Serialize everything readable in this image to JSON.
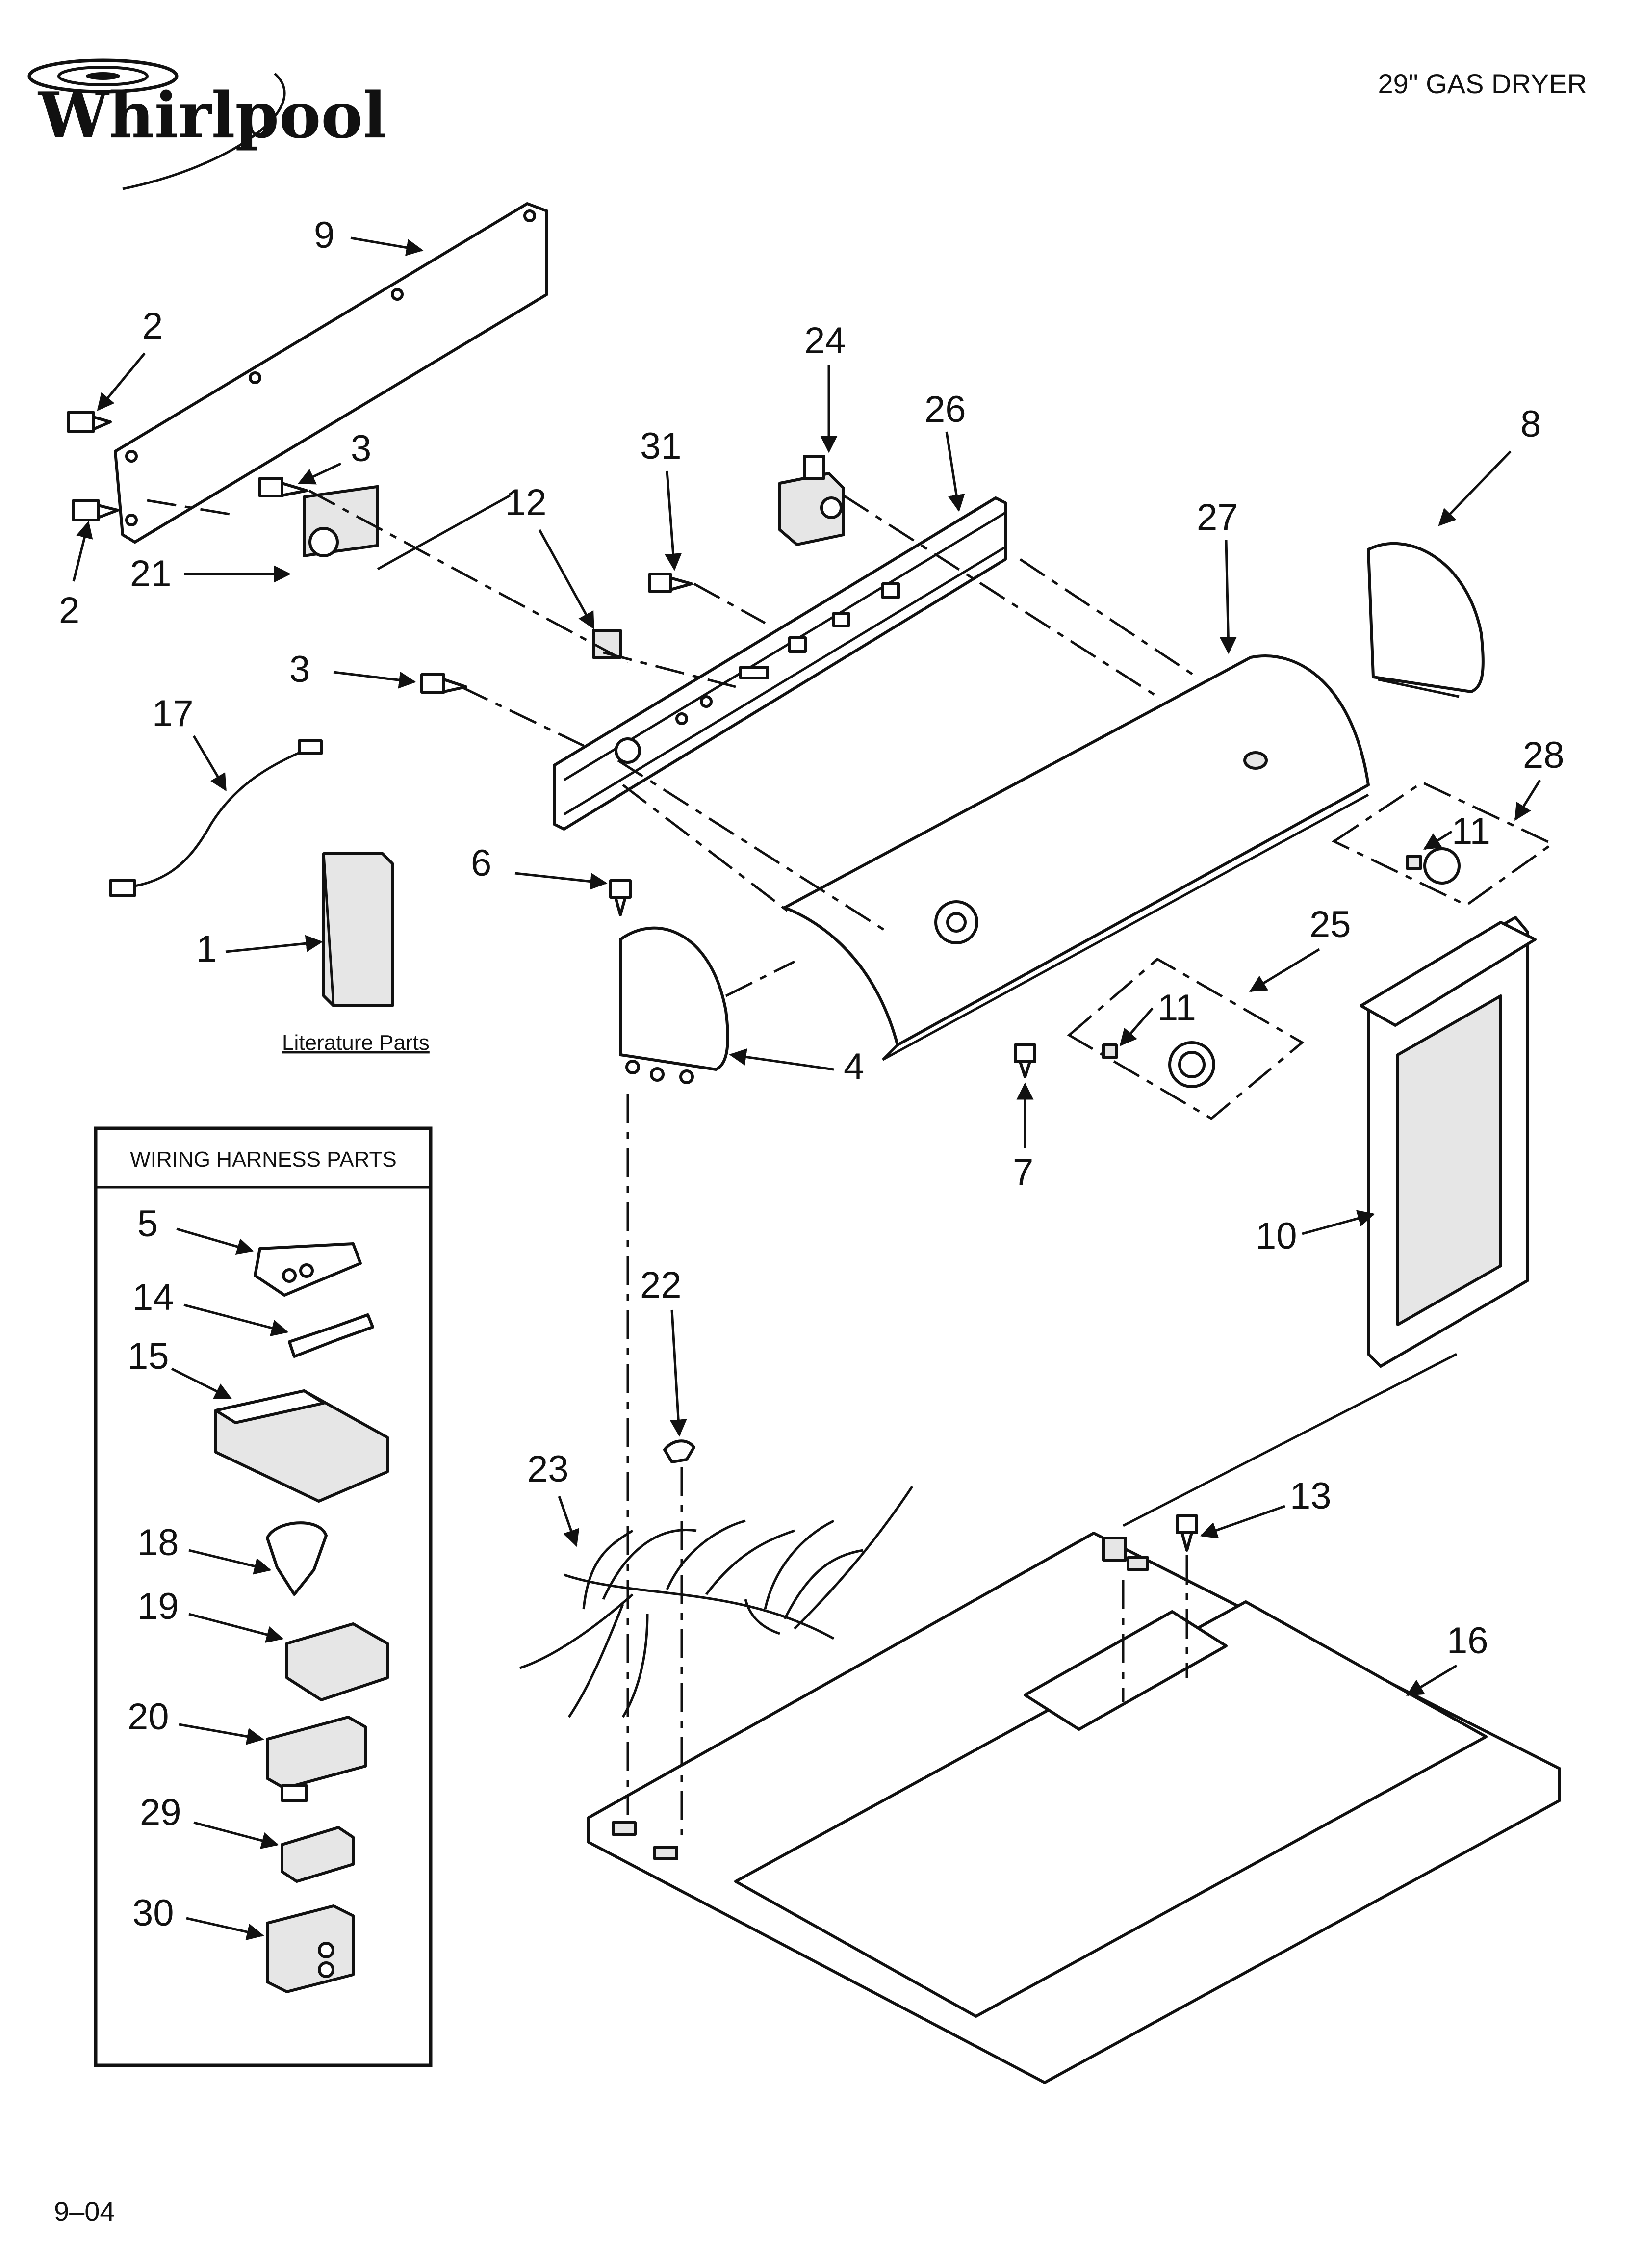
{
  "header": {
    "brand": "Whirlpool",
    "model": "29\" GAS DRYER",
    "footer_code": "9–04"
  },
  "literature_label": "Literature Parts",
  "wiring_box": {
    "title": "WIRING HARNESS PARTS"
  },
  "callouts": {
    "c1": "1",
    "c2a": "2",
    "c2b": "2",
    "c3a": "3",
    "c3b": "3",
    "c4": "4",
    "c5": "5",
    "c6": "6",
    "c7": "7",
    "c8": "8",
    "c9": "9",
    "c10": "10",
    "c11a": "11",
    "c11b": "11",
    "c12": "12",
    "c13": "13",
    "c14": "14",
    "c15": "15",
    "c16": "16",
    "c17": "17",
    "c18": "18",
    "c19": "19",
    "c20": "20",
    "c21": "21",
    "c22": "22",
    "c23": "23",
    "c24": "24",
    "c25": "25",
    "c26": "26",
    "c27": "27",
    "c28": "28",
    "c29": "29",
    "c30": "30",
    "c31": "31"
  }
}
